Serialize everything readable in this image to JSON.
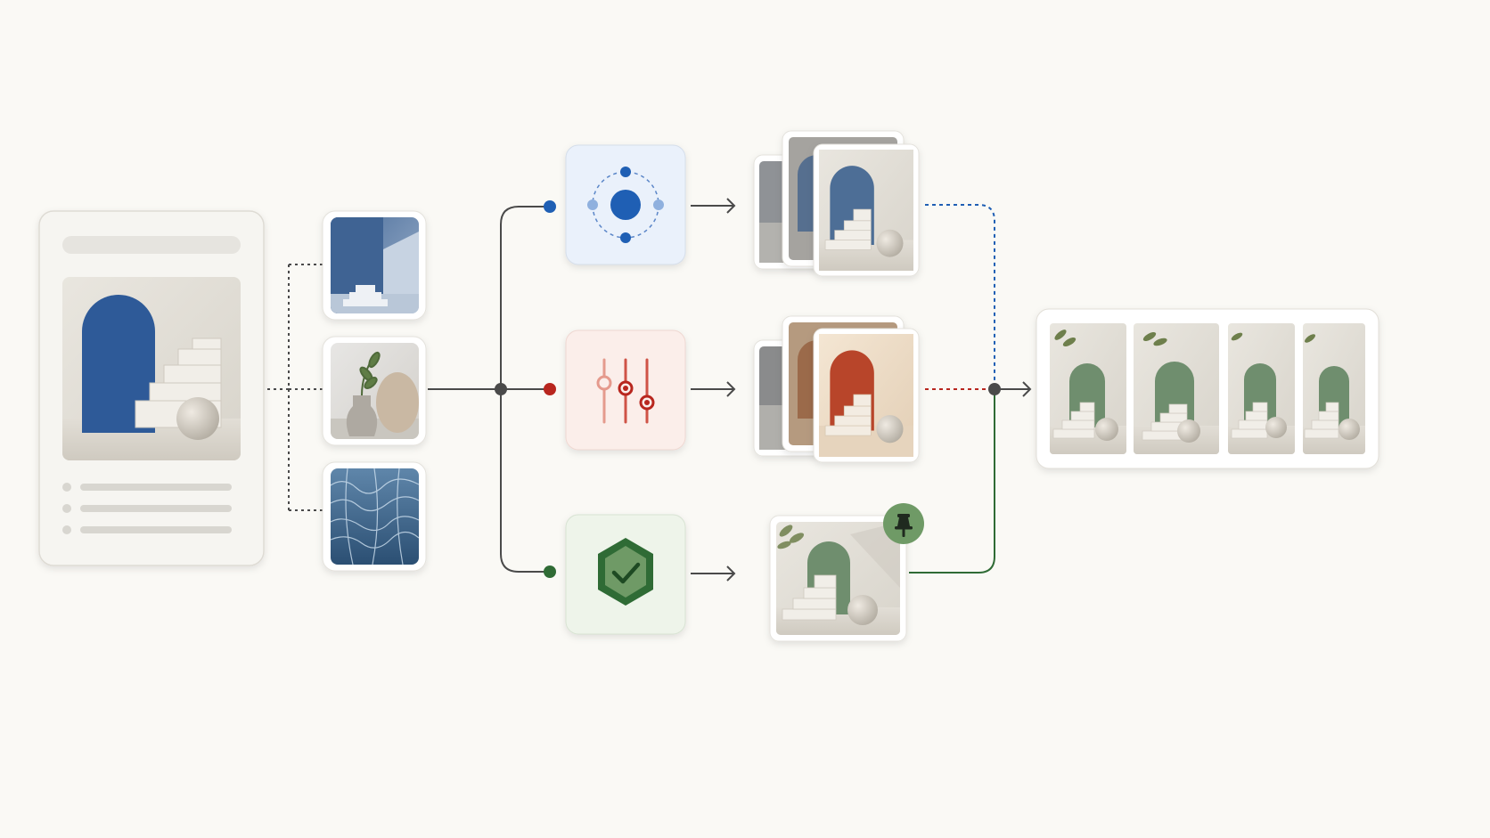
{
  "colors": {
    "background": "#faf9f5",
    "card": "#ffffff",
    "card_border": "#e4e2dc",
    "placeholder_bar": "#e6e4df",
    "connector": "#4a4a4a",
    "branch_blue": "#1f5fb4",
    "branch_red": "#b8261e",
    "branch_green": "#2f6b35",
    "blue_tile_bg": "#eaf1fb",
    "red_tile_bg": "#fbeeea",
    "green_tile_bg": "#eef4ea"
  },
  "source_document": {
    "hero_image": "blue-arch-with-stairs-and-sphere",
    "list_rows": 3
  },
  "reference_images": [
    {
      "name": "blue-architectural-steps-thumbnail"
    },
    {
      "name": "vase-with-leaves-and-disc-thumbnail"
    },
    {
      "name": "water-caustics-texture-thumbnail"
    }
  ],
  "branches": [
    {
      "name": "variation-branch",
      "icon": "orbit-variation-icon",
      "color": "#1f5fb4",
      "outputs": {
        "type": "stack",
        "arch_color": "#4d6e96",
        "count": 3
      }
    },
    {
      "name": "adjustment-branch",
      "icon": "sliders-icon",
      "color": "#b8261e",
      "outputs": {
        "type": "stack",
        "arch_color": "#b8452a",
        "count": 3
      }
    },
    {
      "name": "approval-branch",
      "icon": "shield-check-icon",
      "color": "#2f6b35",
      "outputs": {
        "type": "single",
        "arch_color": "#6f8e6e",
        "badge": "pin-icon"
      }
    }
  ],
  "final_collection": {
    "arch_color": "#6f8e6e",
    "count": 4
  }
}
